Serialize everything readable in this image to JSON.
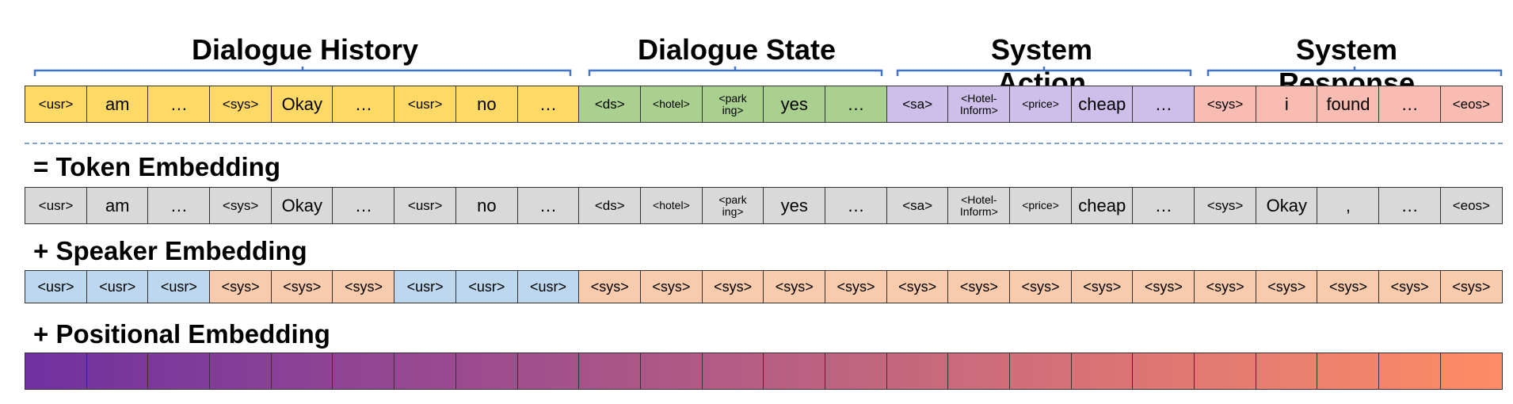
{
  "groups": [
    {
      "label": "Dialogue History",
      "color": "#ffd966"
    },
    {
      "label": "Dialogue State",
      "color": "#a9d08e"
    },
    {
      "label": "System Action",
      "color": "#cdbfe9"
    },
    {
      "label": "System Response",
      "color": "#f8bcb3"
    }
  ],
  "top_row": {
    "tokens": [
      "<usr>",
      "am",
      "…",
      "<sys>",
      "Okay",
      "…",
      "<usr>",
      "no",
      "…",
      "<ds>",
      "<hotel>",
      "<park ing>",
      "yes",
      "…",
      "<sa>",
      "<Hotel- Inform>",
      "<price>",
      "cheap",
      "…",
      "<sys>",
      "i",
      "found",
      "…",
      "<eos>"
    ]
  },
  "token_embedding": {
    "label": "= Token Embedding",
    "tokens": [
      "<usr>",
      "am",
      "…",
      "<sys>",
      "Okay",
      "…",
      "<usr>",
      "no",
      "…",
      "<ds>",
      "<hotel>",
      "<park ing>",
      "yes",
      "…",
      "<sa>",
      "<Hotel- Inform>",
      "<price>",
      "cheap",
      "…",
      "<sys>",
      "Okay",
      ",",
      "…",
      "<eos>"
    ],
    "color": "#d9d9d9"
  },
  "speaker_embedding": {
    "label": "+ Speaker Embedding",
    "tokens": [
      "<usr>",
      "<usr>",
      "<usr>",
      "<sys>",
      "<sys>",
      "<sys>",
      "<usr>",
      "<usr>",
      "<usr>",
      "<sys>",
      "<sys>",
      "<sys>",
      "<sys>",
      "<sys>",
      "<sys>",
      "<sys>",
      "<sys>",
      "<sys>",
      "<sys>",
      "<sys>",
      "<sys>",
      "<sys>",
      "<sys>",
      "<sys>"
    ],
    "usr_color": "#bdd7ee",
    "sys_color": "#f8cbad"
  },
  "positional_embedding": {
    "label": "+ Positional Embedding",
    "gradient_start": "#7030a0",
    "gradient_end": "#ff8c66",
    "count": 24
  }
}
